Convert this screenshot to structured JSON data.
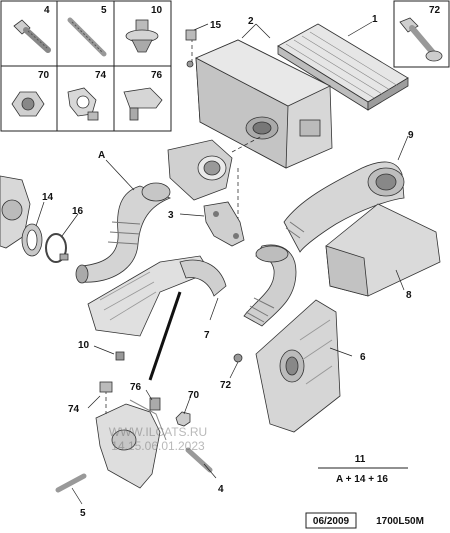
{
  "inset": {
    "top_left": [
      "4",
      "5",
      "10",
      "70",
      "74",
      "76"
    ],
    "top_right": "72"
  },
  "callouts": {
    "n1": "1",
    "n2": "2",
    "n3": "3",
    "n4": "4",
    "n5": "5",
    "n6": "6",
    "n7": "7",
    "n8": "8",
    "n9": "9",
    "n10": "10",
    "n14": "14",
    "n15": "15",
    "n16": "16",
    "n70": "70",
    "n72": "72",
    "n74": "74",
    "n76": "76",
    "nA": "A"
  },
  "formula": {
    "number": "11",
    "text": "A + 14 + 16"
  },
  "watermark": {
    "line1": "WWW.ILCATS.RU",
    "line2": "14.15.06.01.2023"
  },
  "footer": {
    "date": "06/2009",
    "code": "1700L50M"
  }
}
